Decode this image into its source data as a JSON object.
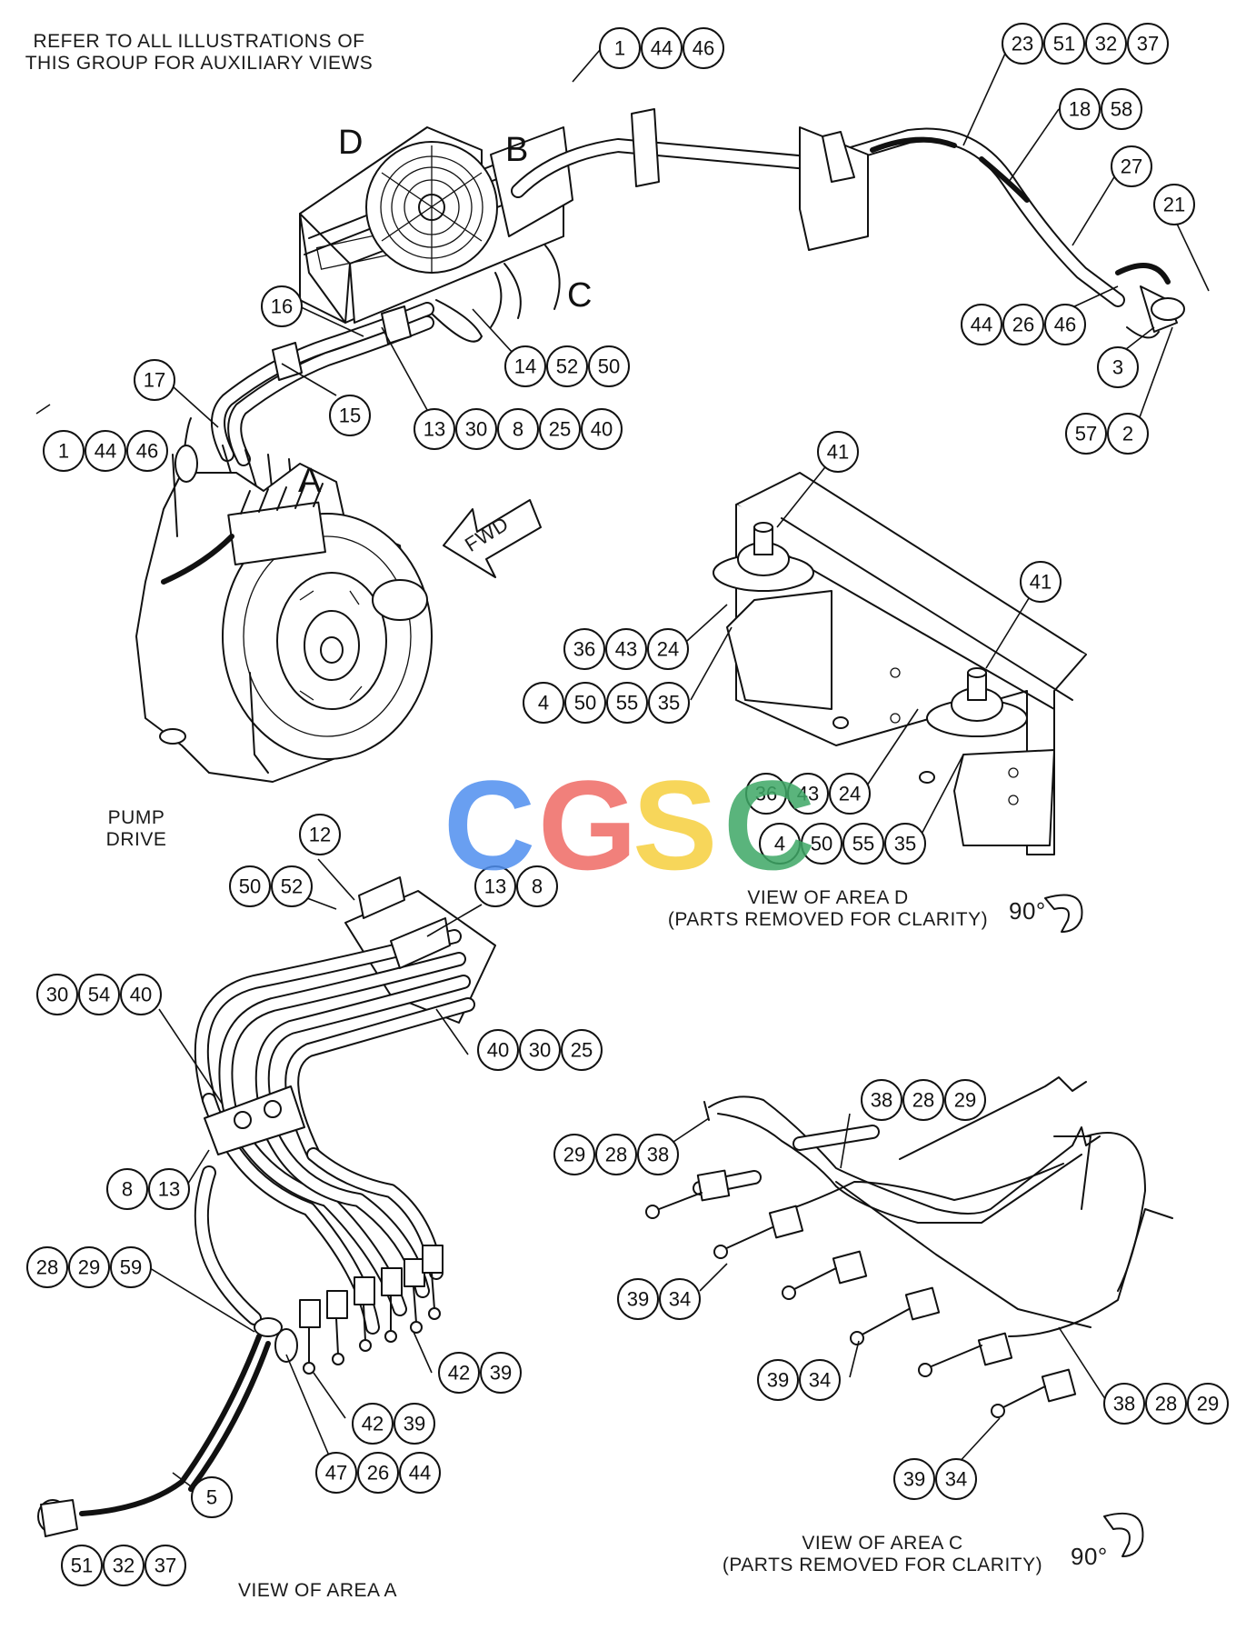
{
  "notes": {
    "refer_line1": "REFER TO ALL ILLUSTRATIONS OF",
    "refer_line2": "THIS GROUP FOR AUXILIARY VIEWS",
    "pump_drive_line1": "PUMP",
    "pump_drive_line2": "DRIVE",
    "fwd": "FWD"
  },
  "area_letters": {
    "a": "A",
    "b": "B",
    "c": "C",
    "d": "D"
  },
  "views": {
    "area_d_title": "VIEW OF AREA D",
    "area_d_sub": "(PARTS REMOVED FOR CLARITY)",
    "area_c_title": "VIEW OF AREA C",
    "area_c_sub": "(PARTS REMOVED FOR CLARITY)",
    "area_a_title": "VIEW OF AREA A",
    "rotation_d": "90°",
    "rotation_c": "90°"
  },
  "watermark": {
    "letters": [
      "C",
      "G",
      "S",
      "C"
    ],
    "colors": [
      "#4f8fef",
      "#ef6a64",
      "#f6cf3e",
      "#3ea866"
    ]
  },
  "callouts": [
    [
      "1",
      "44",
      "46"
    ],
    [
      "23",
      "51",
      "32",
      "37"
    ],
    [
      "18",
      "58"
    ],
    [
      "27"
    ],
    [
      "21"
    ],
    [
      "44",
      "26",
      "46"
    ],
    [
      "3"
    ],
    [
      "57",
      "2"
    ],
    [
      "16"
    ],
    [
      "17"
    ],
    [
      "15"
    ],
    [
      "14",
      "52",
      "50"
    ],
    [
      "13",
      "30",
      "8",
      "25",
      "40"
    ],
    [
      "1",
      "44",
      "46"
    ],
    [
      "41"
    ],
    [
      "41"
    ],
    [
      "36",
      "43",
      "24"
    ],
    [
      "4",
      "50",
      "55",
      "35"
    ],
    [
      "36",
      "43",
      "24"
    ],
    [
      "4",
      "50",
      "55",
      "35"
    ],
    [
      "12"
    ],
    [
      "50",
      "52"
    ],
    [
      "13",
      "8"
    ],
    [
      "30",
      "54",
      "40"
    ],
    [
      "40",
      "30",
      "25"
    ],
    [
      "8",
      "13"
    ],
    [
      "28",
      "29",
      "59"
    ],
    [
      "42",
      "39"
    ],
    [
      "42",
      "39"
    ],
    [
      "47",
      "26",
      "44"
    ],
    [
      "5"
    ],
    [
      "51",
      "32",
      "37"
    ],
    [
      "38",
      "28",
      "29"
    ],
    [
      "29",
      "28",
      "38"
    ],
    [
      "39",
      "34"
    ],
    [
      "39",
      "34"
    ],
    [
      "38",
      "28",
      "29"
    ],
    [
      "39",
      "34"
    ]
  ]
}
